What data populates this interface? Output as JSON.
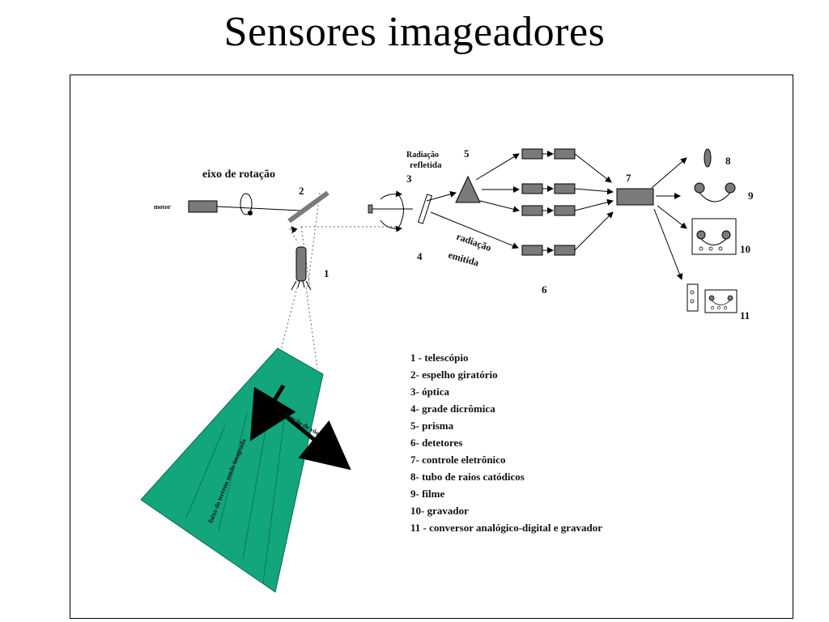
{
  "title": "Sensores imageadores",
  "labels": {
    "rotation_axis": "eixo de rotação",
    "motor": "motor",
    "reflected_line1": "Radiação",
    "reflected_line2": "refletida",
    "emitted_line1": "radiação",
    "emitted_line2": "emitida",
    "flight_direction": "direção de vôo",
    "ground_swath": "faixa do terreno sendo imageada"
  },
  "numbers": {
    "n1": "1",
    "n2": "2",
    "n3": "3",
    "n4": "4",
    "n5": "5",
    "n6": "6",
    "n7": "7",
    "n8": "8",
    "n9": "9",
    "n10": "10",
    "n11": "11"
  },
  "legend": [
    "1 - telescópio",
    "2- espelho giratório",
    "3- óptica",
    "4- grade dicrômica",
    "5- prisma",
    "6- detetores",
    "7- controle eletrônico",
    "8- tubo de raios catódicos",
    "9- filme",
    "10- gravador",
    "11 - conversor analógico-digital e gravador"
  ],
  "colors": {
    "swath": "#13a57c",
    "component": "#7a7a7a",
    "line": "#000000"
  }
}
